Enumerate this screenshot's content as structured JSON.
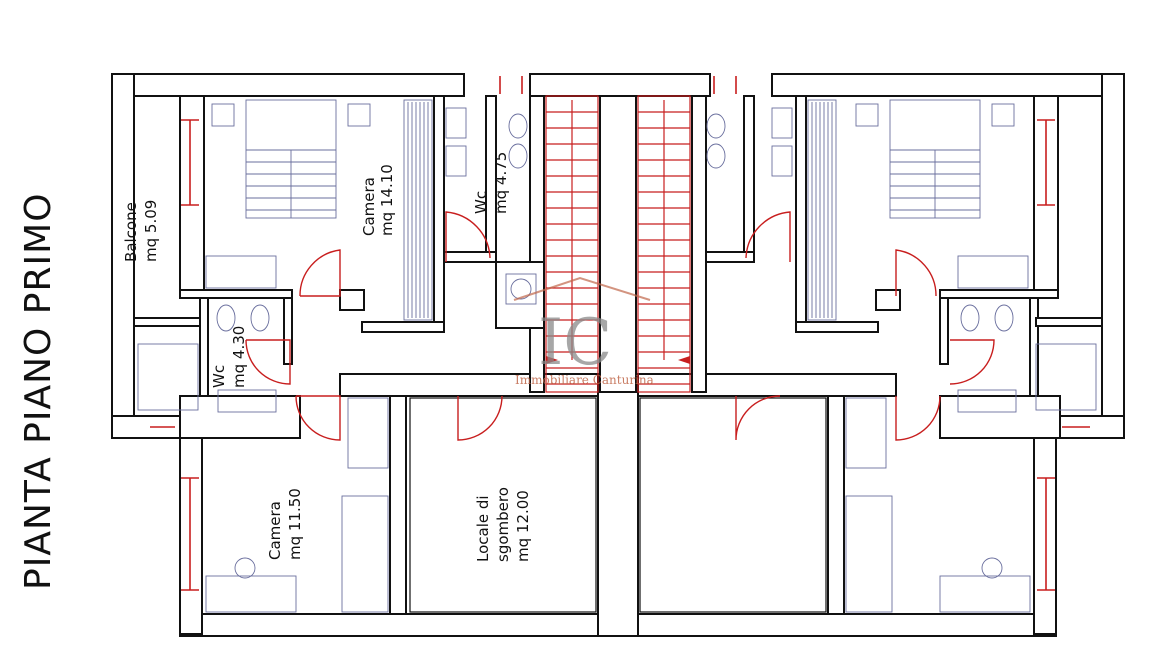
{
  "plan_title": "PIANTA PIANO PRIMO",
  "logo": {
    "letters": "IC",
    "subtitle": "Immobiliare Canturina"
  },
  "rooms": {
    "camera_1": {
      "name": "Camera",
      "area": "mq 14.10"
    },
    "wc_1": {
      "name": "Wc",
      "area": "mq 4.75"
    },
    "balcone": {
      "name": "Balcone",
      "area": "mq 5.09"
    },
    "wc_2": {
      "name": "Wc",
      "area": "mq 4.30"
    },
    "camera_2": {
      "name": "Camera",
      "area": "mq 11.50"
    },
    "locale": {
      "line1": "Locale di",
      "line2": "sgombero",
      "area": "mq 12.00"
    }
  },
  "colors": {
    "wall": "#111111",
    "door": "#c81e1e",
    "furniture": "#6a6f9e",
    "logo_accent": "#c0674a"
  }
}
